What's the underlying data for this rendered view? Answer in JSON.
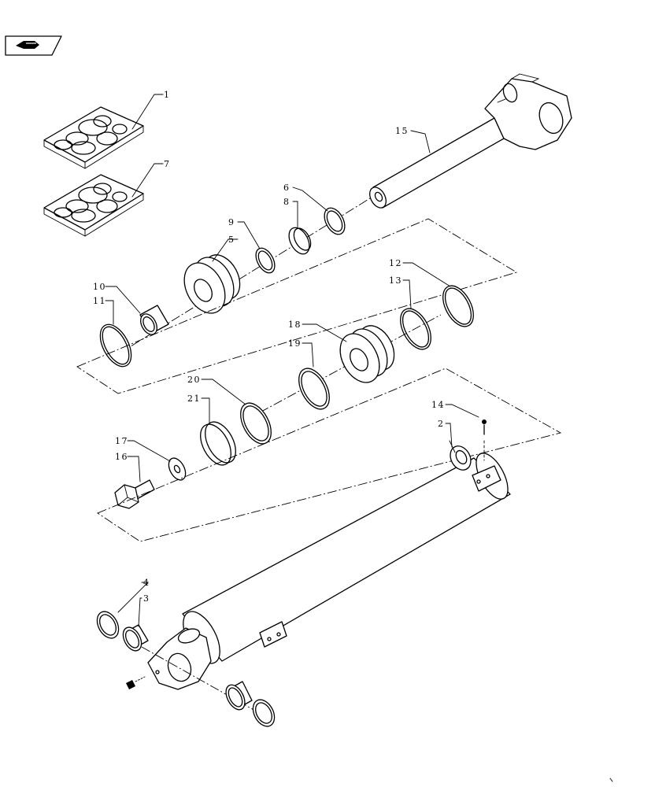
{
  "nav": {
    "back_icon": "return-arrow-icon"
  },
  "callouts": [
    {
      "id": "c1",
      "text": "1"
    },
    {
      "id": "c7",
      "text": "7"
    },
    {
      "id": "c15",
      "text": "15"
    },
    {
      "id": "c6",
      "text": "6"
    },
    {
      "id": "c8",
      "text": "8"
    },
    {
      "id": "c9",
      "text": "9"
    },
    {
      "id": "c5",
      "text": "5"
    },
    {
      "id": "c10",
      "text": "10"
    },
    {
      "id": "c11",
      "text": "11"
    },
    {
      "id": "c12",
      "text": "12"
    },
    {
      "id": "c13",
      "text": "13"
    },
    {
      "id": "c18",
      "text": "18"
    },
    {
      "id": "c19",
      "text": "19"
    },
    {
      "id": "c20",
      "text": "20"
    },
    {
      "id": "c21",
      "text": "21"
    },
    {
      "id": "c14",
      "text": "14"
    },
    {
      "id": "c2",
      "text": "2"
    },
    {
      "id": "c17",
      "text": "17"
    },
    {
      "id": "c16",
      "text": "16"
    },
    {
      "id": "c4",
      "text": "4"
    },
    {
      "id": "c3",
      "text": "3"
    }
  ]
}
